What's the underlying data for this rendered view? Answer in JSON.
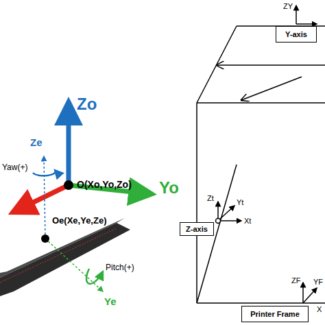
{
  "diagram": {
    "nodes": [
      {
        "text": [
          "Y-axis"
        ]
      },
      {
        "text": [
          "Z-axis"
        ]
      },
      {
        "text": [
          "Printer Frame"
        ]
      }
    ],
    "labels": [
      "Zo",
      "Ze",
      "Yaw(+)",
      "O(Xo,Yo,Zo)",
      "Yo",
      "Oe(Xe,Ye,Ze)",
      "Pitch(+)",
      "Ye",
      "ZY",
      "Zt",
      "Yt",
      "Xt",
      "ZF",
      "YF",
      "X"
    ]
  }
}
